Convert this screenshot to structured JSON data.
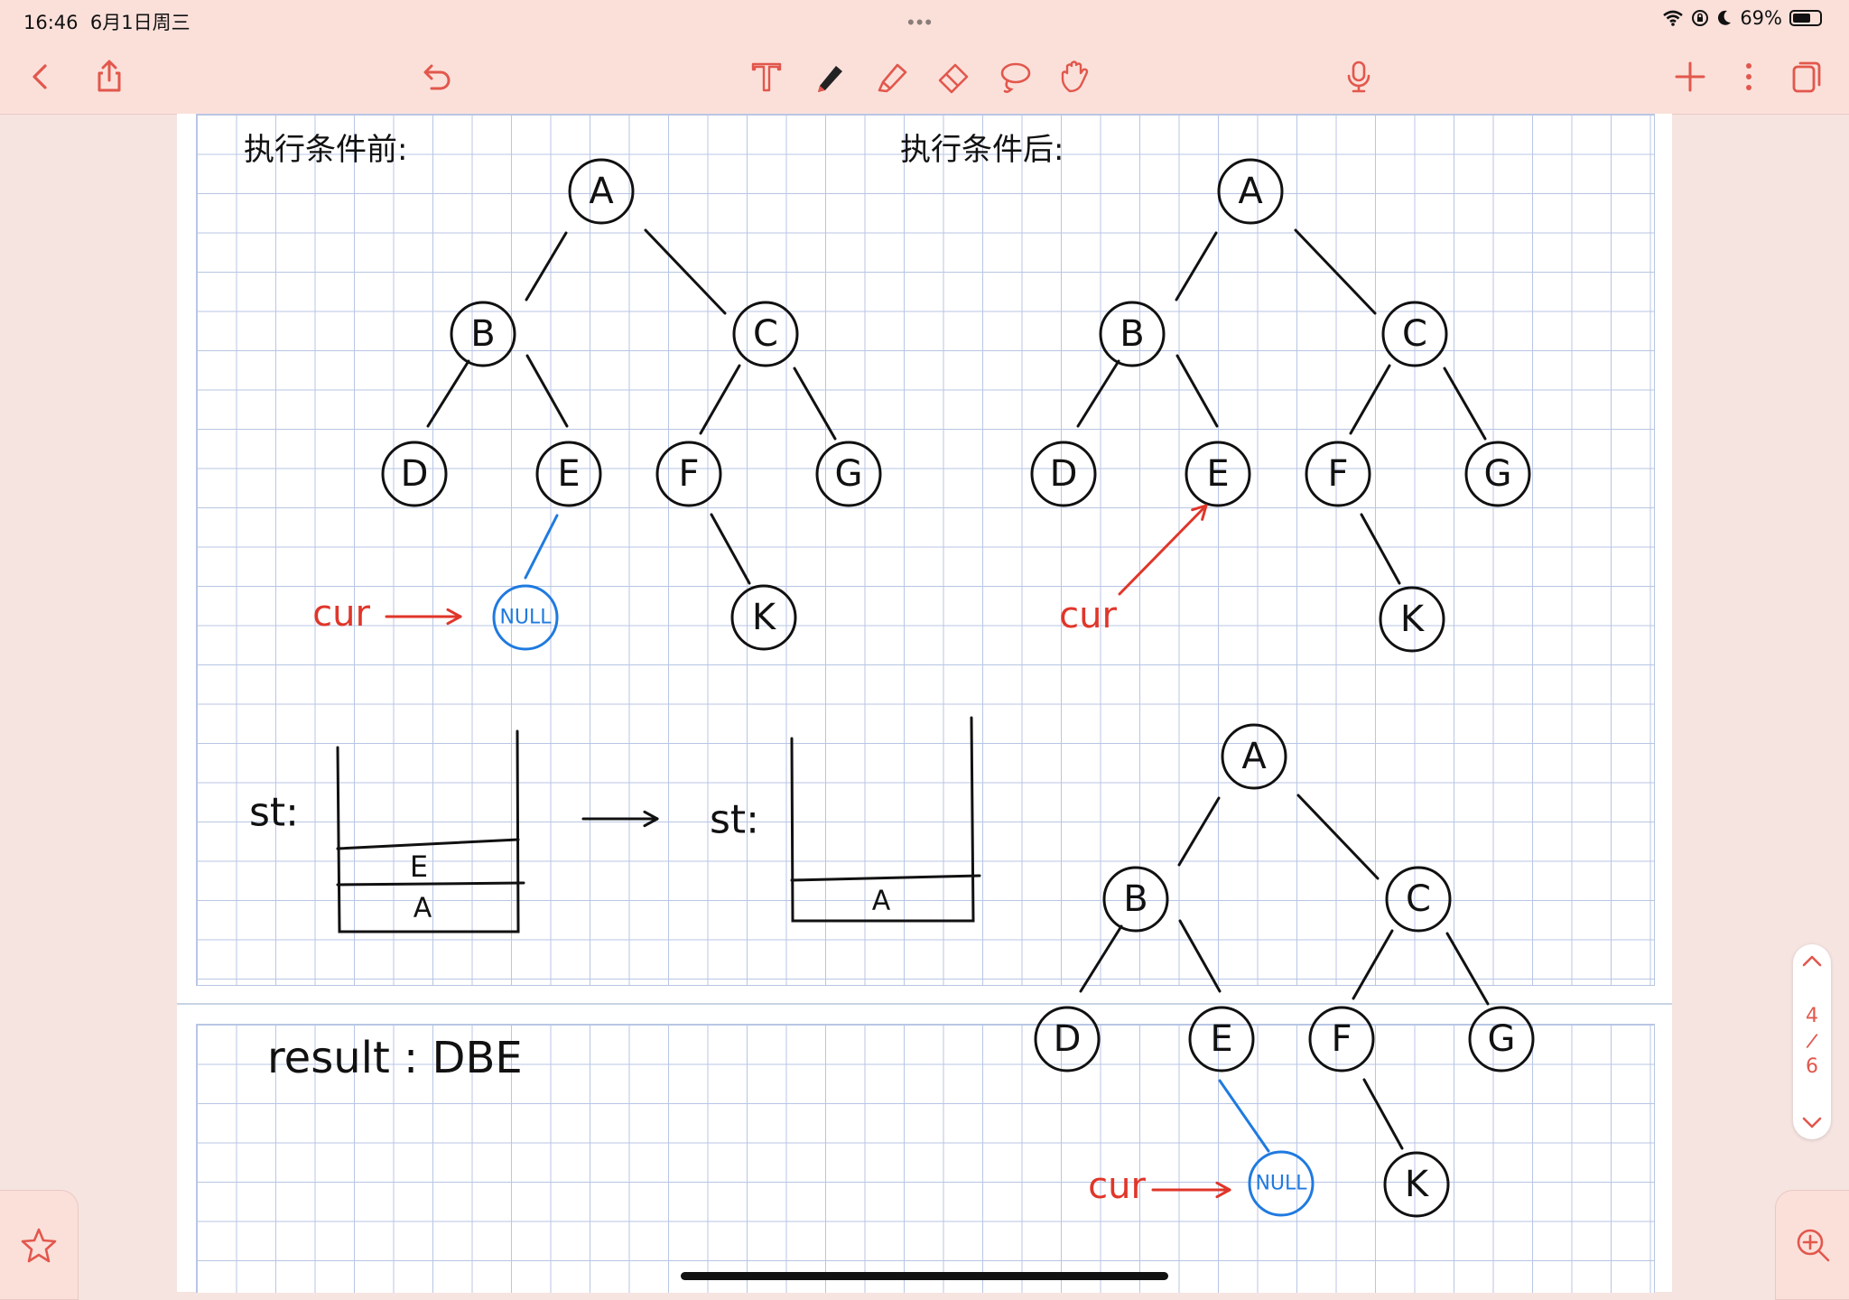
{
  "status_bar": {
    "time": "16:46",
    "date": "6月1日周三",
    "battery": "69%",
    "battery_level": 0.69,
    "icons": [
      "wifi-icon",
      "lock-rotation-icon",
      "moon-icon",
      "battery-icon"
    ]
  },
  "toolbar": {
    "left_icons": [
      "back-icon",
      "share-icon",
      "undo-icon"
    ],
    "center_tools": [
      "text-tool-icon",
      "pen-tool-icon",
      "highlighter-tool-icon",
      "eraser-tool-icon",
      "lasso-tool-icon",
      "hand-tool-icon"
    ],
    "mic_icon": "microphone-icon",
    "right_icons": [
      "add-icon",
      "more-icon",
      "pages-icon"
    ],
    "accent_color": "#e2574c"
  },
  "page_indicator": {
    "current": "4",
    "separator": "/",
    "total": "6"
  },
  "notes": {
    "before_title": "执行条件前:",
    "after_title": "执行条件后:",
    "cur_label": "cur",
    "null_label": "NULL",
    "st_label": "st:",
    "result_label": "result : DBE",
    "nodes": {
      "A": "A",
      "B": "B",
      "C": "C",
      "D": "D",
      "E": "E",
      "F": "F",
      "G": "G",
      "K": "K"
    },
    "stack_before": [
      "E",
      "A"
    ],
    "stack_after": [
      "A"
    ],
    "colors": {
      "ink": "#111111",
      "red": "#e0362a",
      "blue": "#1f7ae0"
    }
  }
}
